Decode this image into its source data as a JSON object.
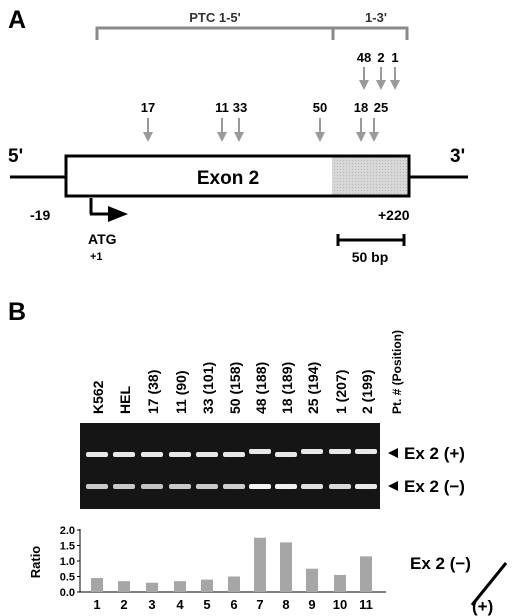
{
  "panel_a": {
    "label": "A",
    "bracket_ptc": "PTC 1-5'",
    "bracket_13": "1-3'",
    "upper_arrows": [
      "48",
      "2",
      "1"
    ],
    "lower_arrows": [
      "17",
      "11",
      "33",
      "50",
      "18",
      "25"
    ],
    "end5": "5'",
    "end3": "3'",
    "exon_label": "Exon 2",
    "pos_start": "-19",
    "pos_end": "+220",
    "atg": "ATG",
    "atg_pos": "+1",
    "scale_label": "50 bp"
  },
  "panel_b": {
    "label": "B",
    "lane_headers": [
      {
        "num": "K562",
        "pos": ""
      },
      {
        "num": "HEL",
        "pos": ""
      },
      {
        "num": "17",
        "pos": "(38)"
      },
      {
        "num": "11",
        "pos": "(90)"
      },
      {
        "num": "33",
        "pos": "(101)"
      },
      {
        "num": "50",
        "pos": "(158)"
      },
      {
        "num": "48",
        "pos": "(188)"
      },
      {
        "num": "18",
        "pos": "(189)"
      },
      {
        "num": "25",
        "pos": "(194)"
      },
      {
        "num": "1",
        "pos": "(207)"
      },
      {
        "num": "2",
        "pos": "(199)"
      },
      {
        "num": "Pt. # (Position)",
        "pos": ""
      }
    ],
    "band_plus": "Ex 2 (+)",
    "band_minus": "Ex 2 (−)",
    "ratio_label_left": "Ex 2 (−)",
    "ratio_label_right": "(+)"
  },
  "chart_data": {
    "type": "bar",
    "categories": [
      "1",
      "2",
      "3",
      "4",
      "5",
      "6",
      "7",
      "8",
      "9",
      "10",
      "11"
    ],
    "values": [
      0.45,
      0.35,
      0.3,
      0.35,
      0.4,
      0.5,
      1.75,
      1.6,
      0.75,
      0.55,
      1.15
    ],
    "title": "",
    "xlabel": "",
    "ylabel": "Ratio",
    "ylim": [
      0,
      2.0
    ],
    "yticks": [
      "0.0",
      "0.5",
      "1.0",
      "1.5",
      "2.0"
    ],
    "bar_color": "#a6a6a6"
  }
}
